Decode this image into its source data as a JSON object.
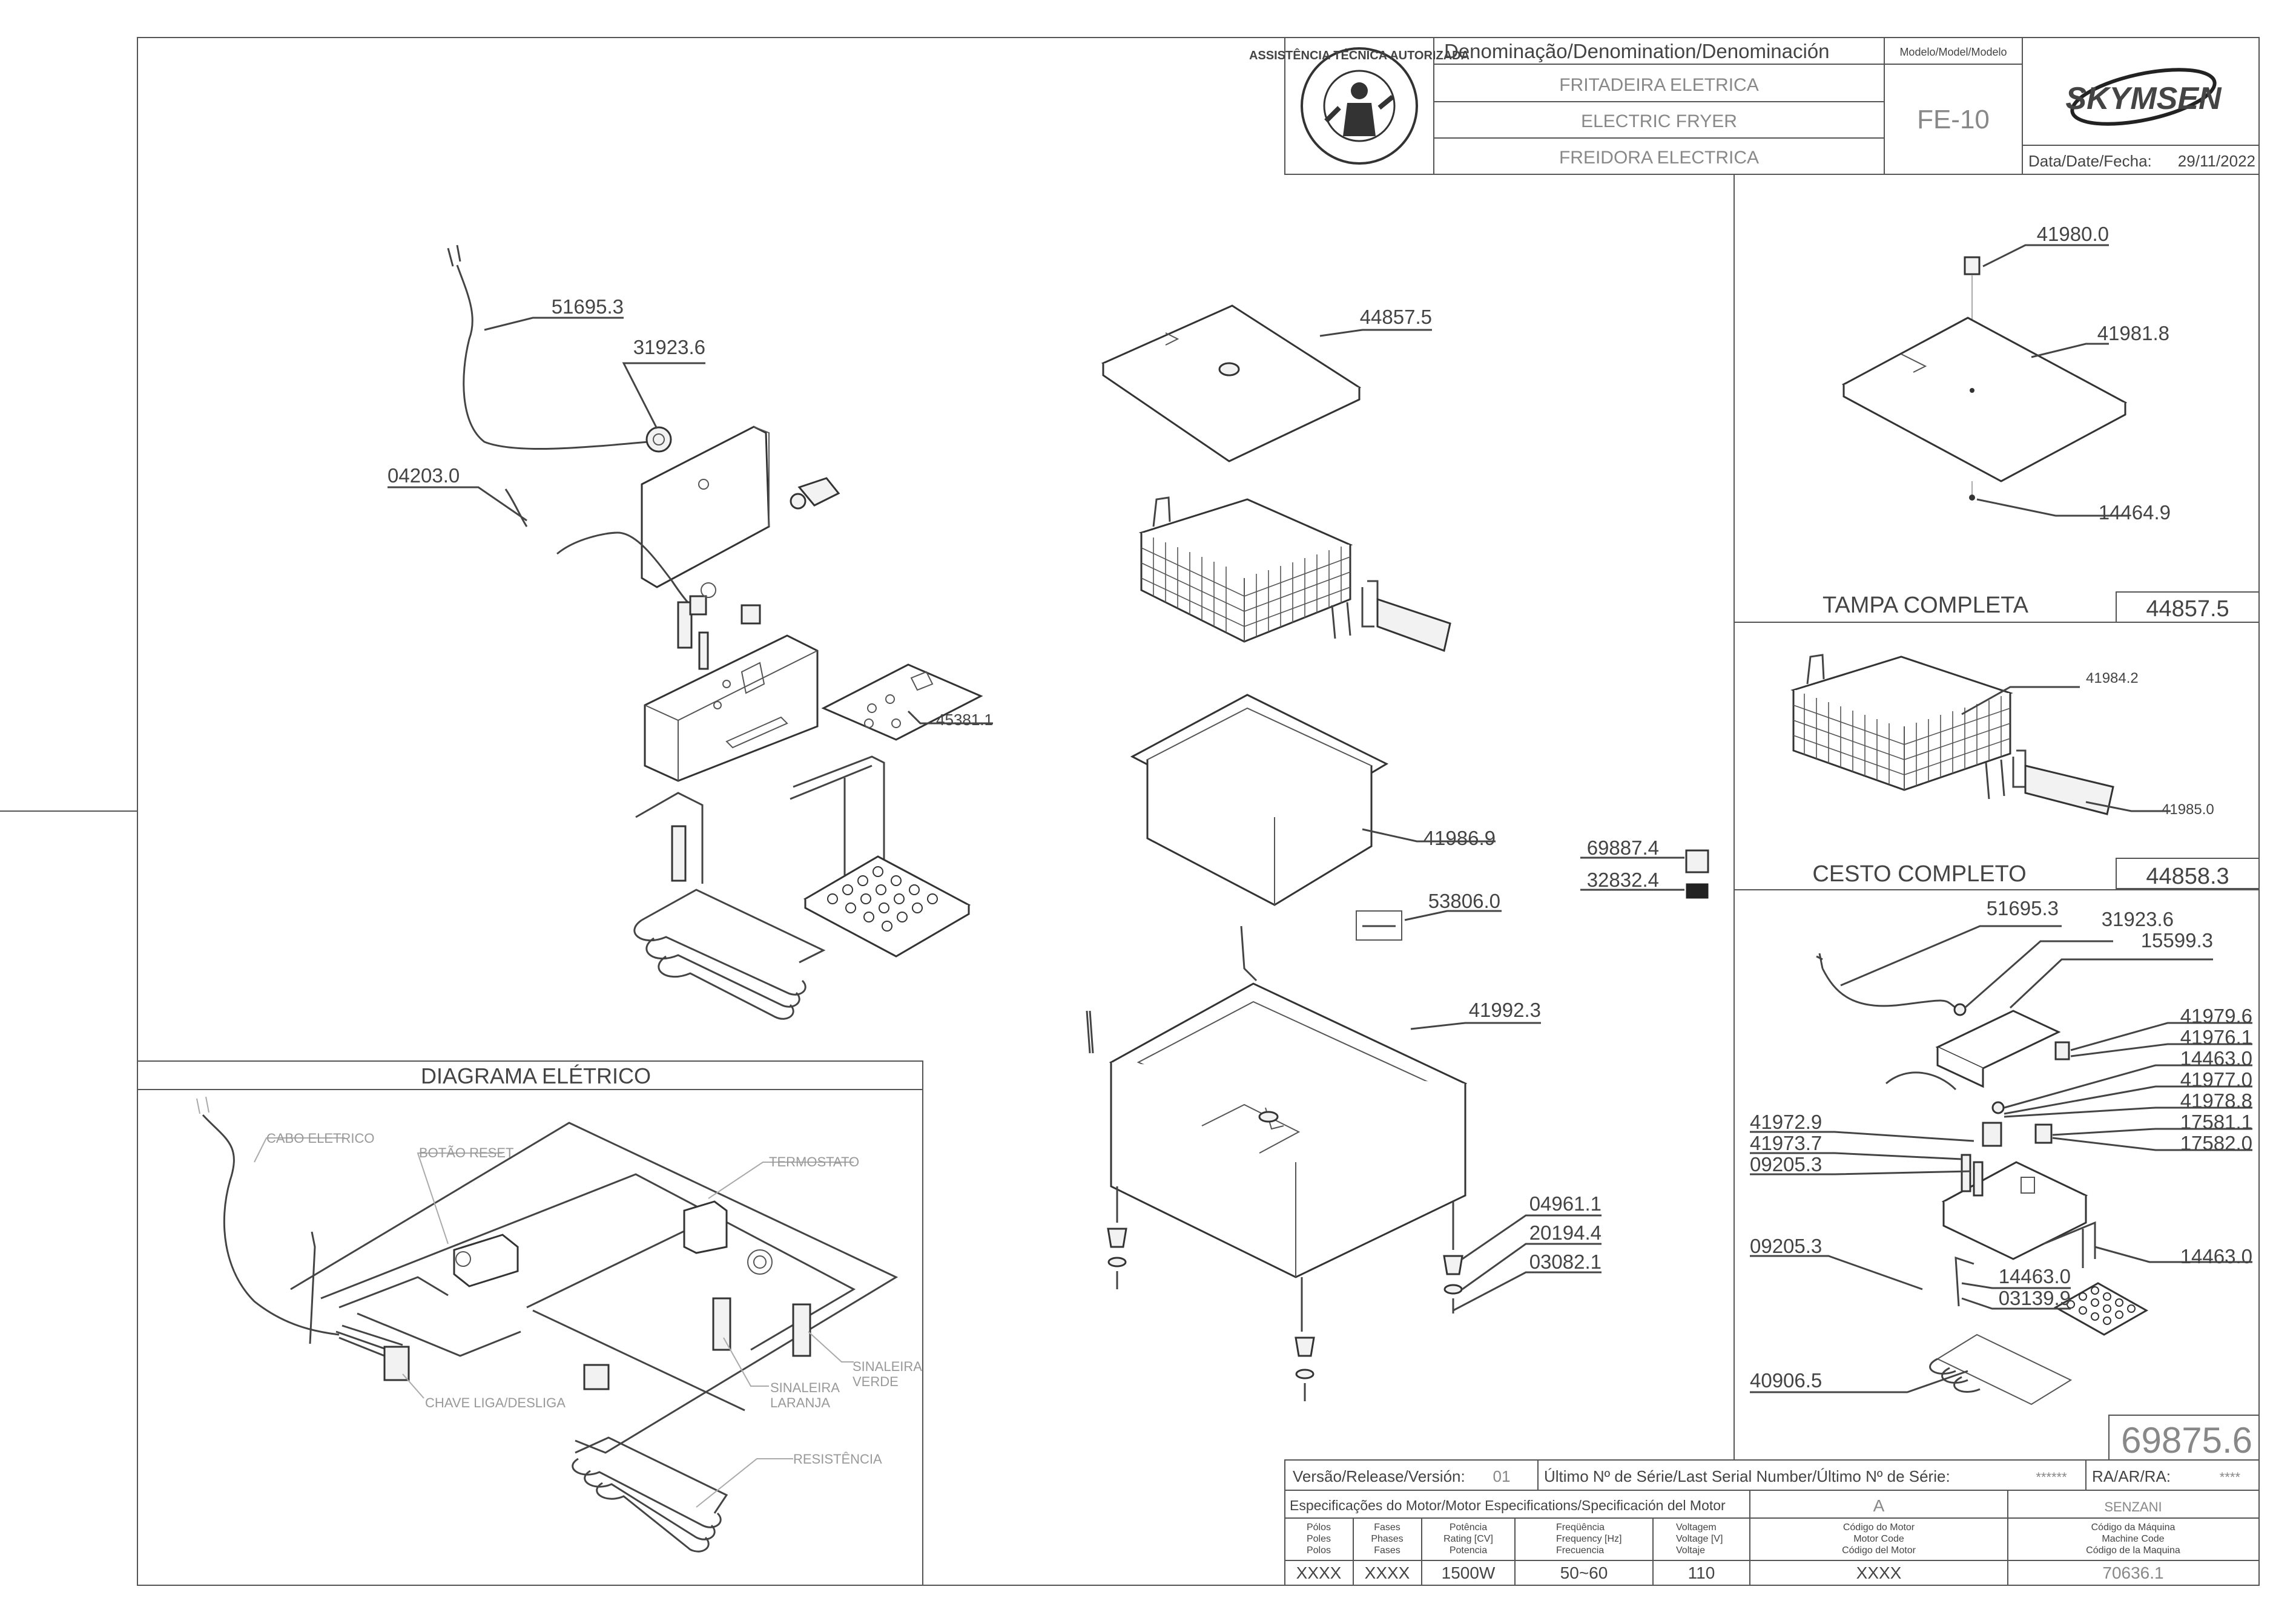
{
  "title_block": {
    "denomination_header": "Denominação/Denomination/Denominación",
    "name_pt": "FRITADEIRA ELETRICA",
    "name_en": "ELECTRIC FRYER",
    "name_es": "FREIDORA ELECTRICA",
    "model_header": "Modelo/Model/Modelo",
    "model": "FE-10",
    "brand": "SKYMSEN",
    "date_label": "Data/Date/Fecha:",
    "date": "29/11/2022",
    "badge_text": "ASSISTÊNCIA TÉCNICA AUTORIZADA"
  },
  "main_parts": [
    {
      "id": "p-51695-3",
      "label": "51695.3"
    },
    {
      "id": "p-31923-6",
      "label": "31923.6"
    },
    {
      "id": "p-04203-0",
      "label": "04203.0"
    },
    {
      "id": "p-45381-1",
      "label": "45381.1"
    },
    {
      "id": "p-44857-5",
      "label": "44857.5"
    },
    {
      "id": "p-41986-9",
      "label": "41986.9"
    },
    {
      "id": "p-69887-4",
      "label": "69887.4"
    },
    {
      "id": "p-32832-4",
      "label": "32832.4"
    },
    {
      "id": "p-53806-0",
      "label": "53806.0"
    },
    {
      "id": "p-41992-3",
      "label": "41992.3"
    },
    {
      "id": "p-04961-1",
      "label": "04961.1"
    },
    {
      "id": "p-20194-4",
      "label": "20194.4"
    },
    {
      "id": "p-03082-1",
      "label": "03082.1"
    }
  ],
  "lid_panel": {
    "title": "TAMPA COMPLETA",
    "code": "44857.5",
    "parts": [
      "41980.0",
      "41981.8",
      "14464.9"
    ]
  },
  "basket_panel": {
    "title": "CESTO COMPLETO",
    "code": "44858.3",
    "parts": [
      "41984.2",
      "41985.0"
    ]
  },
  "electrical_panel": {
    "parts_top": [
      "51695.3",
      "31923.6",
      "15599.3"
    ],
    "parts_right": [
      "41979.6",
      "41976.1",
      "14463.0",
      "41977.0",
      "41978.8",
      "17581.1",
      "17582.0",
      "14463.0"
    ],
    "parts_left": [
      "41972.9",
      "41973.7",
      "09205.3",
      "09205.3"
    ],
    "parts_bottom": [
      "14463.0",
      "03139.9",
      "40906.5"
    ]
  },
  "diagram": {
    "title": "DIAGRAMA ELÉTRICO",
    "labels": {
      "cable": "CABO ELETRICO",
      "reset": "BOTÃO RESET",
      "thermostat": "TERMOSTATO",
      "green_light_1": "SINALEIRA",
      "green_light_2": "VERDE",
      "orange_light_1": "SINALEIRA",
      "orange_light_2": "LARANJA",
      "switch": "CHAVE LIGA/DESLIGA",
      "resistance": "RESISTÊNCIA"
    }
  },
  "sheet_code": "69875.6",
  "footer": {
    "version_label": "Versão/Release/Versión:",
    "version": "01",
    "serial_label": "Último Nº de Série/Last Serial Number/Último Nº de Série:",
    "serial": "******",
    "ra_label": "RA/AR/RA:",
    "ra": "****",
    "motor_spec_label": "Especificações do Motor/Motor Especifications/Specificación del Motor",
    "motor_code_header": "A",
    "machine_code_header": "SENZANI",
    "col_poles": [
      "Pólos",
      "Poles",
      "Polos"
    ],
    "col_phases": [
      "Fases",
      "Phases",
      "Fases"
    ],
    "col_power": [
      "Potência",
      "Rating [CV]",
      "Potencia"
    ],
    "col_freq": [
      "Freqüência",
      "Frequency [Hz]",
      "Frecuencia"
    ],
    "col_voltage": [
      "Voltagem",
      "Voltage [V]",
      "Voltaje"
    ],
    "col_motor_code": [
      "Código do Motor",
      "Motor Code",
      "Código del Motor"
    ],
    "col_machine_code": [
      "Código da Máquina",
      "Machine Code",
      "Código de la Maquina"
    ],
    "val_poles": "XXXX",
    "val_phases": "XXXX",
    "val_power": "1500W",
    "val_freq": "50~60",
    "val_voltage": "110",
    "val_motor_code": "XXXX",
    "val_machine_code": "70636.1"
  }
}
